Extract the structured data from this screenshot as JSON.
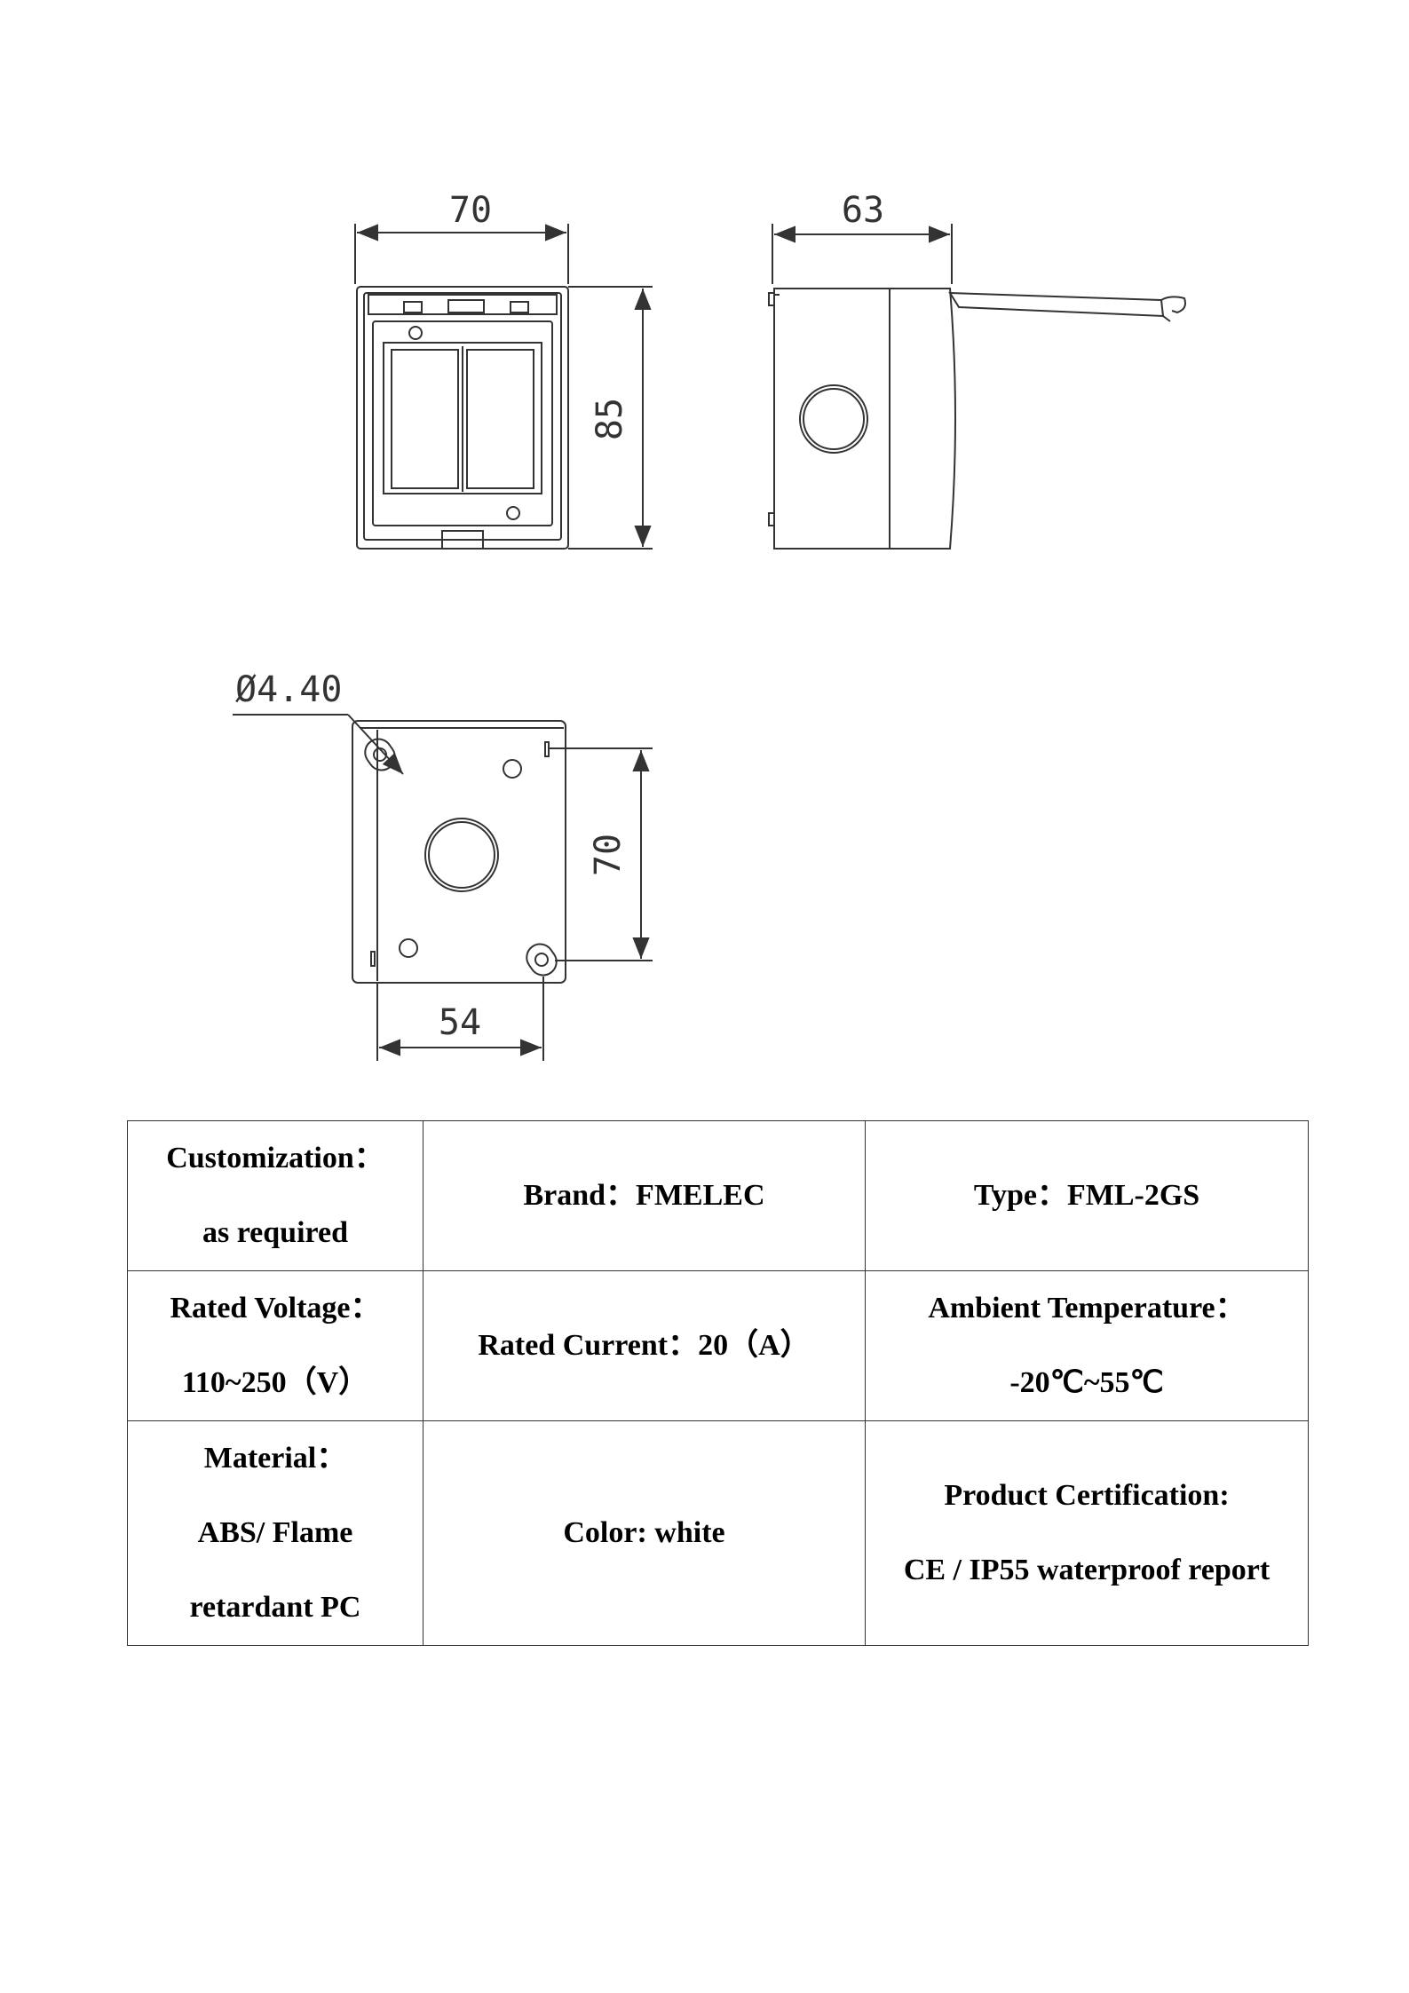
{
  "drawings": {
    "front_view": {
      "width_label": "70",
      "height_label": "85"
    },
    "side_view": {
      "depth_label": "63"
    },
    "back_view": {
      "hole_label": "Ø4.40",
      "vertical_label": "70",
      "horizontal_label": "54"
    }
  },
  "spec_table": {
    "rows": [
      [
        {
          "lines": [
            "Customization：",
            "as required"
          ]
        },
        {
          "lines": [
            "Brand：FMELEC"
          ]
        },
        {
          "lines": [
            "Type：FML-2GS"
          ]
        }
      ],
      [
        {
          "lines": [
            "Rated Voltage：",
            "110~250（V）"
          ]
        },
        {
          "lines": [
            "Rated Current：20（A）"
          ]
        },
        {
          "lines": [
            "Ambient Temperature：",
            "-20℃~55℃"
          ]
        }
      ],
      [
        {
          "lines": [
            "Material：",
            "ABS/ Flame",
            "retardant PC"
          ]
        },
        {
          "lines": [
            "Color: white"
          ]
        },
        {
          "lines": [
            "Product Certification:",
            "CE / IP55 waterproof report"
          ]
        }
      ]
    ]
  }
}
